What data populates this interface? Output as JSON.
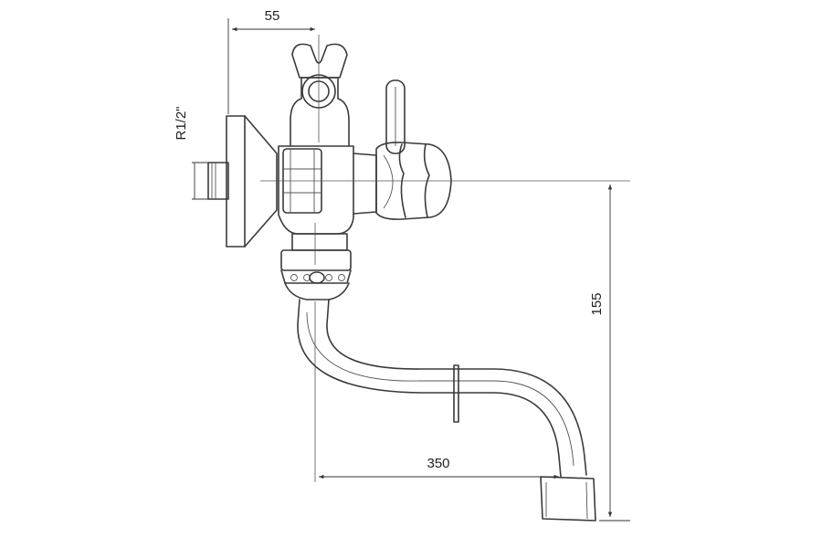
{
  "dimensions": {
    "top_width": "55",
    "thread": "R1/2\"",
    "height": "155",
    "reach": "350"
  }
}
